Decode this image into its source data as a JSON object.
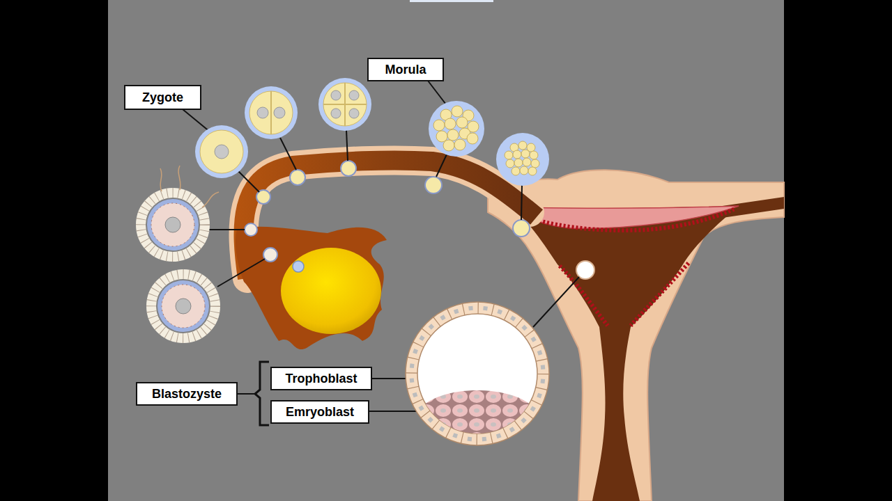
{
  "diagram": {
    "nodes": [
      {
        "text": [
          "Morula"
        ]
      },
      {
        "text": [
          "Zygote"
        ]
      },
      {
        "text": [
          "Blastozyste"
        ]
      },
      {
        "text": [
          "Trophoblast"
        ]
      },
      {
        "text": [
          "Emryoblast"
        ]
      }
    ]
  }
}
